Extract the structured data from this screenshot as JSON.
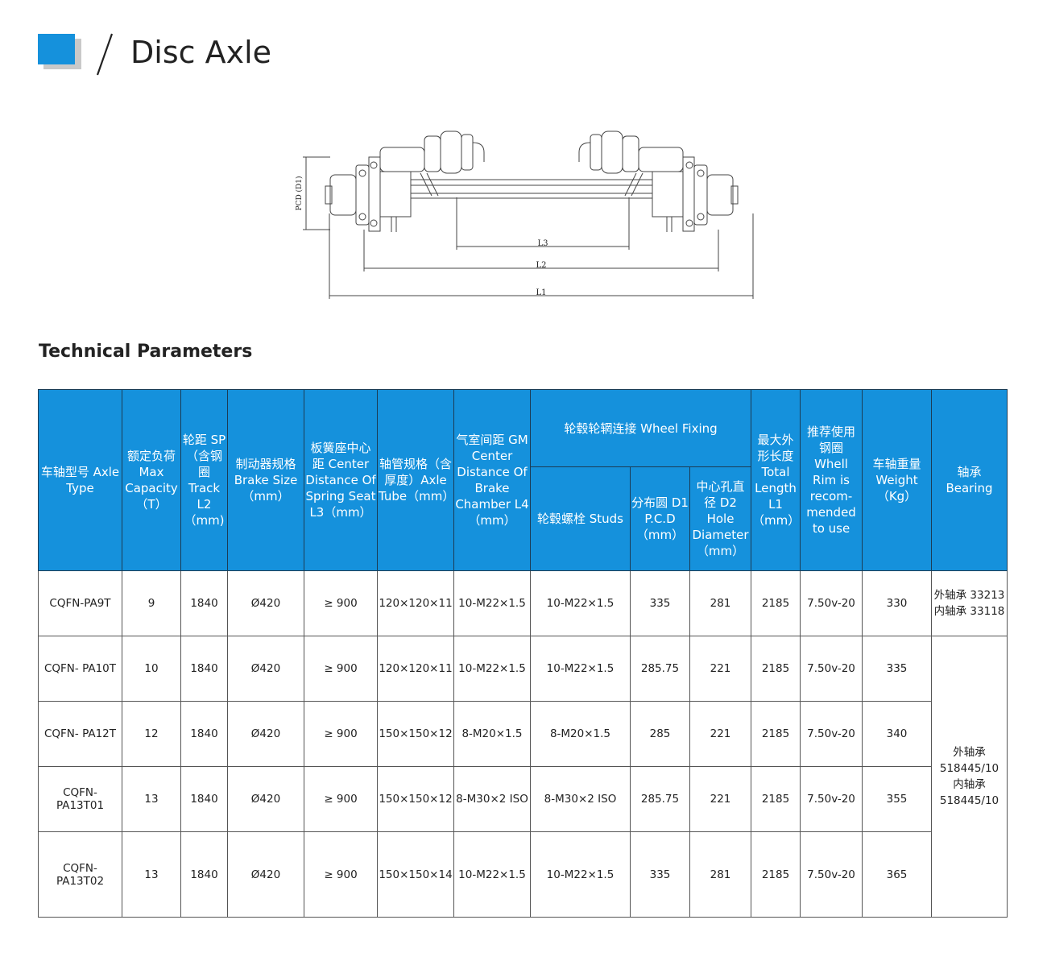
{
  "header": {
    "title": "Disc Axle"
  },
  "drawing": {
    "label_pcd": "PCD (D1)",
    "label_l3": "L3",
    "label_l2": "L2",
    "label_l1": "L1"
  },
  "section_title": "Technical Parameters",
  "table": {
    "headers": {
      "axle_type": "车轴型号 Axle Type",
      "max_capacity": "额定负荷 Max Capacity（T）",
      "track": "轮距 SP（含钢圈 Track L2（mm)",
      "brake_size": "制动器规格 Brake Size（mm）",
      "spring_seat": "板簧座中心距 Center Distance Of Spring Seat L3（mm）",
      "axle_tube": "轴管规格（含厚度）Axle Tube（mm）",
      "gm_center": "气室间距 GM Center Distance Of Brake Chamber L4（mm）",
      "wheel_fixing": "轮毂轮辋连接 Wheel Fixing",
      "studs": "轮毂螺栓 Studs",
      "pcd": "分布圆 D1 P.C.D（mm）",
      "hole_diameter": "中心孔直径 D2 Hole Diameter（mm）",
      "total_length": "最大外形长度 Total Length L1（mm）",
      "wheel_rim": "推荐使用钢圈 Whell Rim is recom-mended to use",
      "weight": "车轴重量 Weight（Kg）",
      "bearing": "轴承 Bearing"
    },
    "rows": [
      {
        "type": "CQFN-PA9T",
        "capacity": "9",
        "track": "1840",
        "brake": "Ø420",
        "spring": "≥ 900",
        "tube": "120×120×11",
        "gm": "10-M22×1.5",
        "studs": "10-M22×1.5",
        "pcd": "335",
        "hole": "281",
        "length": "2185",
        "rim": "7.50v-20",
        "weight": "330"
      },
      {
        "type": "CQFN- PA10T",
        "capacity": "10",
        "track": "1840",
        "brake": "Ø420",
        "spring": "≥ 900",
        "tube": "120×120×11",
        "gm": "10-M22×1.5",
        "studs": "10-M22×1.5",
        "pcd": "285.75",
        "hole": "221",
        "length": "2185",
        "rim": "7.50v-20",
        "weight": "335"
      },
      {
        "type": "CQFN- PA12T",
        "capacity": "12",
        "track": "1840",
        "brake": "Ø420",
        "spring": "≥ 900",
        "tube": "150×150×12",
        "gm": "8-M20×1.5",
        "studs": "8-M20×1.5",
        "pcd": "285",
        "hole": "221",
        "length": "2185",
        "rim": "7.50v-20",
        "weight": "340"
      },
      {
        "type": "CQFN-PA13T01",
        "capacity": "13",
        "track": "1840",
        "brake": "Ø420",
        "spring": "≥ 900",
        "tube": "150×150×12",
        "gm": "8-M30×2 ISO",
        "studs": "8-M30×2 ISO",
        "pcd": "285.75",
        "hole": "221",
        "length": "2185",
        "rim": "7.50v-20",
        "weight": "355"
      },
      {
        "type": "CQFN-PA13T02",
        "capacity": "13",
        "track": "1840",
        "brake": "Ø420",
        "spring": "≥ 900",
        "tube": "150×150×14",
        "gm": "10-M22×1.5",
        "studs": "10-M22×1.5",
        "pcd": "335",
        "hole": "281",
        "length": "2185",
        "rim": "7.50v-20",
        "weight": "365"
      }
    ],
    "bearing_1": "外轴承 33213 内轴承 33118",
    "bearing_2": "外轴承 518445/10 内轴承 518445/10"
  }
}
